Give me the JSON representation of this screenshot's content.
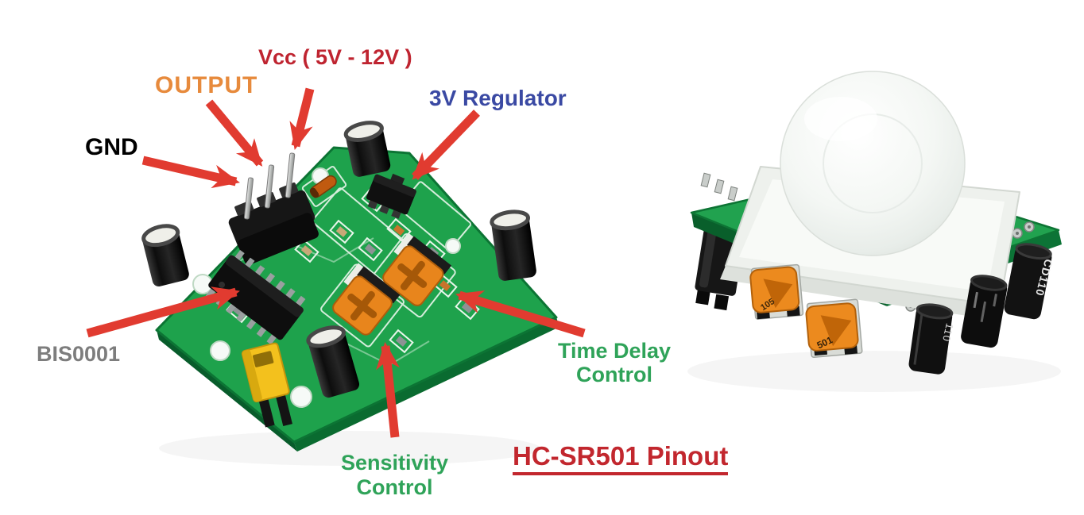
{
  "figure": {
    "title": "HC-SR501 Pinout"
  },
  "annotations": {
    "gnd": "GND",
    "output": "OUTPUT",
    "vcc": "Vcc ( 5V - 12V )",
    "regulator": "3V Regulator",
    "chip": "BIS0001",
    "time_delay": "Time Delay Control",
    "sensitivity": "Sensitivity Control"
  },
  "component_markings": {
    "trimpot_upper": "105",
    "trimpot_lower": "501",
    "capacitor_small": "110",
    "capacitor_large": "CD110"
  },
  "colors": {
    "arrow_red": "#E13B30",
    "title_red": "#C2272E",
    "control_green": "#2FA359",
    "vcc_red": "#BF2430",
    "output_orange": "#E78A3C",
    "regulator_blue": "#3A49A3",
    "chip_gray": "#7D7D7D",
    "gnd_black": "#000000",
    "pcb_green": "#1EA24C",
    "trimpot_orange": "#EC8A1E",
    "jumper_yellow": "#F3C11D"
  }
}
